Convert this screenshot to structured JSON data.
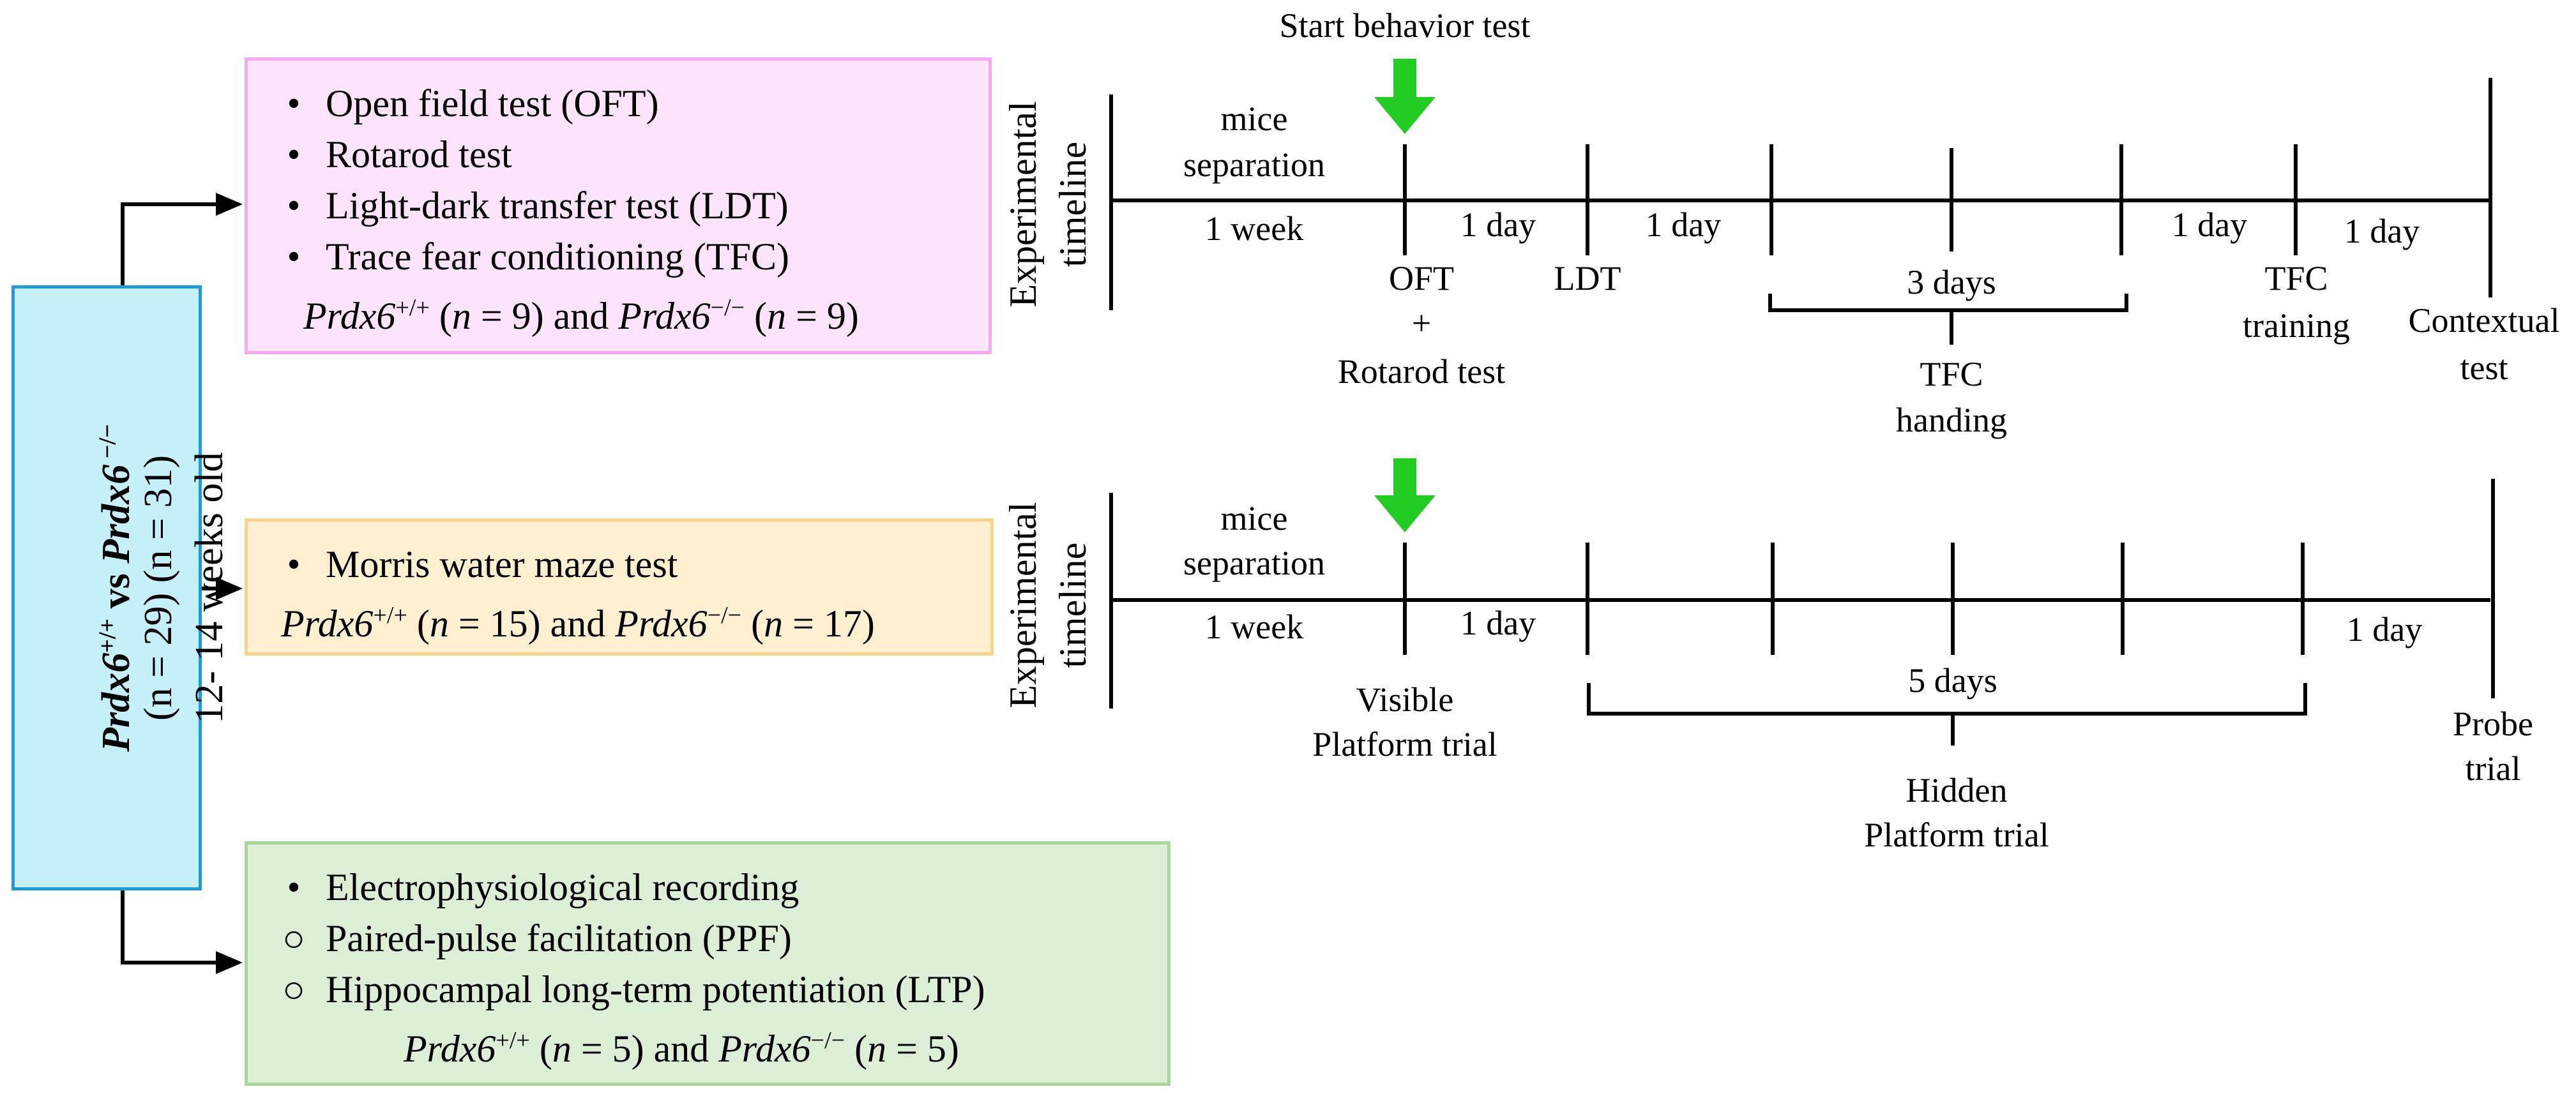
{
  "main_box": {
    "line1_gene_a": "Prdx6",
    "line1_sup_a": "+/+",
    "line1_vs": " vs ",
    "line1_gene_b": "Prdx6",
    "line1_sup_b": " −/−",
    "line2": "(n = 29)       (n = 31)",
    "line3": "12- 14 weeks old"
  },
  "behavior_box": {
    "items": [
      "Open field test (OFT)",
      "Rotarod test",
      "Light-dark transfer test (LDT)",
      "Trace fear conditioning (TFC)"
    ],
    "groups": "Prdx6+/+ (n = 9) and Prdx6−/− (n = 9)"
  },
  "maze_box": {
    "items": [
      "Morris water maze test"
    ],
    "groups": "Prdx6+/+ (n = 15) and Prdx6−/− (n = 17)"
  },
  "ephys_box": {
    "title": "Electrophysiological recording",
    "subitems": [
      "Paired-pulse facilitation (PPF)",
      "Hippocampal long-term potentiation (LTP)"
    ],
    "groups": "Prdx6+/+ (n = 5) and Prdx6−/− (n = 5)"
  },
  "timeline_top": {
    "axis_label_1": "Experimental",
    "axis_label_2": "timeline",
    "arrow_caption": "Start behavior test",
    "phase_top_1": "mice",
    "phase_top_2": "separation",
    "durations": [
      "1 week",
      "1 day",
      "1 day",
      "1 day",
      "1 day"
    ],
    "bracket_label": "3 days",
    "oft": "OFT",
    "plus": "+",
    "rotarod": "Rotarod test",
    "ldt": "LDT",
    "tfc_handing_1": "TFC",
    "tfc_handing_2": "handing",
    "tfc_training_1": "TFC",
    "tfc_training_2": "training",
    "contextual_1": "Contextual",
    "contextual_2": "test"
  },
  "timeline_bottom": {
    "axis_label_1": "Experimental",
    "axis_label_2": "timeline",
    "phase_top_1": "mice",
    "phase_top_2": "separation",
    "durations": [
      "1 week",
      "1 day",
      "1 day"
    ],
    "bracket_label": "5 days",
    "visible_1": "Visible",
    "visible_2": "Platform trial",
    "hidden_1": "Hidden",
    "hidden_2": "Platform trial",
    "probe_1": "Probe",
    "probe_2": "trial"
  },
  "colors": {
    "main_fill": "#c5f0fa",
    "main_border": "#1f9bd6",
    "behavior_fill": "#fde3fb",
    "behavior_border": "#f3a8f0",
    "maze_fill": "#fdefcf",
    "maze_border": "#f8d48b",
    "ephys_fill": "#dceed6",
    "ephys_border": "#a6d699",
    "start_arrow": "#22cc22"
  }
}
